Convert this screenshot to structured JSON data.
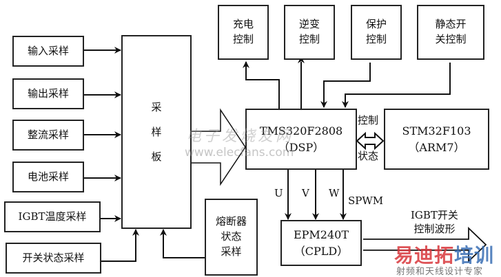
{
  "inputs": [
    {
      "label": "输入采样"
    },
    {
      "label": "输出采样"
    },
    {
      "label": "整流采样"
    },
    {
      "label": "电池采样"
    },
    {
      "label": "IGBT温度采样"
    },
    {
      "label": "开关状态采样"
    }
  ],
  "sampling_board": {
    "label": "采\n\n样\n\n板"
  },
  "fuse": {
    "label": "熔断器\n状态\n采样"
  },
  "controls": [
    {
      "label": "充电\n控制"
    },
    {
      "label": "逆变\n控制"
    },
    {
      "label": "保护\n控制"
    },
    {
      "label": "静态开\n关控制"
    }
  ],
  "dsp": {
    "label": "TMS320F2808\n（DSP）"
  },
  "arm": {
    "label": "STM32F103\n（ARM7）"
  },
  "link": {
    "top": "控制",
    "bottom": "状态"
  },
  "cpld": {
    "label": "EPM240T\n（CPLD）"
  },
  "signals": {
    "u": "U",
    "v": "V",
    "w": "W",
    "spwm": "SPWM"
  },
  "output": {
    "label": "IGBT开关\n控制波形"
  },
  "watermarks": {
    "site_cn": "电子发烧友网",
    "site_url": "www.elecfans.com",
    "brand": "易迪拓培训",
    "brand_sub": "射频和天线设计专家",
    "brand_color_1": "#d9373c",
    "brand_color_2": "#3a6fb5"
  }
}
